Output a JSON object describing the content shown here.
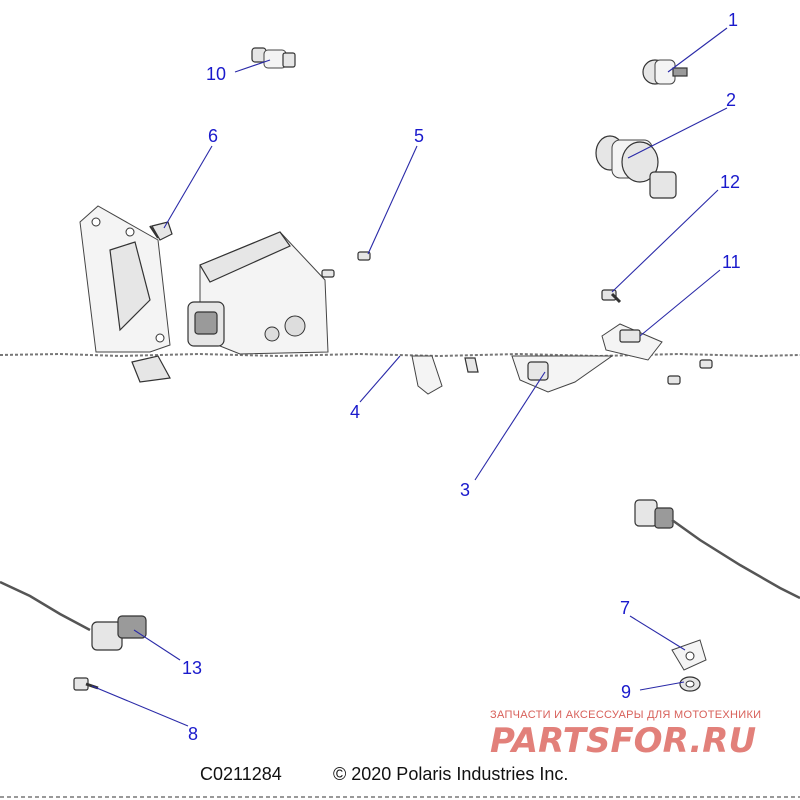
{
  "callouts": [
    "1",
    "2",
    "3",
    "4",
    "5",
    "6",
    "7",
    "8",
    "9",
    "10",
    "11",
    "12",
    "13"
  ],
  "footer": {
    "code": "C0211284",
    "copyright": "© 2020 Polaris Industries Inc."
  },
  "watermark": {
    "tagline": "ЗАПЧАСТИ И АКСЕССУАРЫ ДЛЯ МОТОТЕХНИКИ",
    "brand": "PARTSFOR.RU"
  },
  "colors": {
    "callout": "#1a1acc",
    "watermark": "#e2807a"
  }
}
